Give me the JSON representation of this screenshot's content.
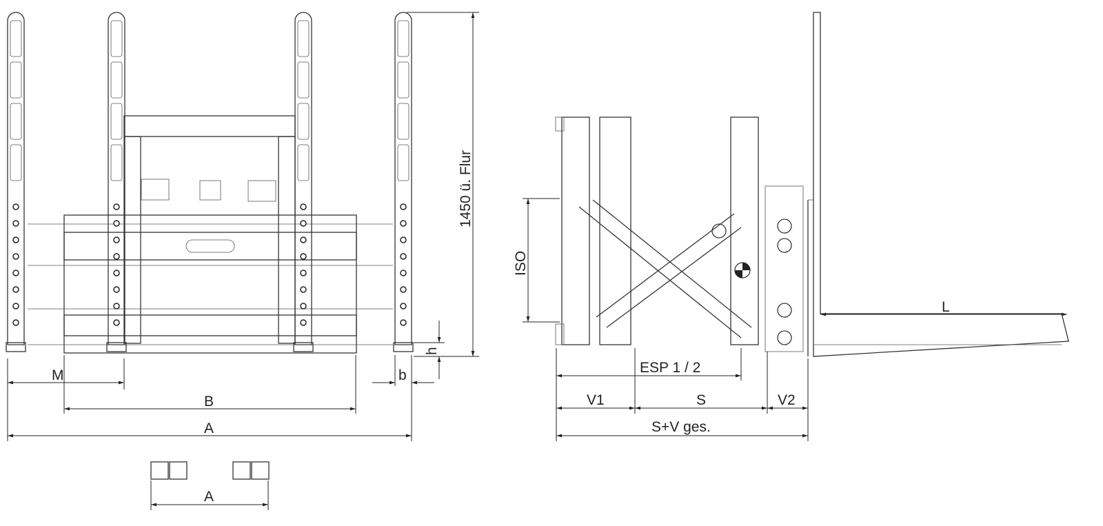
{
  "front_view": {
    "dim_M": "M",
    "dim_B": "B",
    "dim_A": "A",
    "dim_b": "b",
    "dim_h": "h",
    "dim_height": "1450 ü. Flur"
  },
  "fork_detail": {
    "dim_A": "A"
  },
  "side_view": {
    "dim_ISO": "ISO",
    "dim_ESP": "ESP 1 / 2",
    "dim_V1": "V1",
    "dim_S": "S",
    "dim_V2": "V2",
    "dim_total": "S+V ges.",
    "dim_L": "L"
  }
}
